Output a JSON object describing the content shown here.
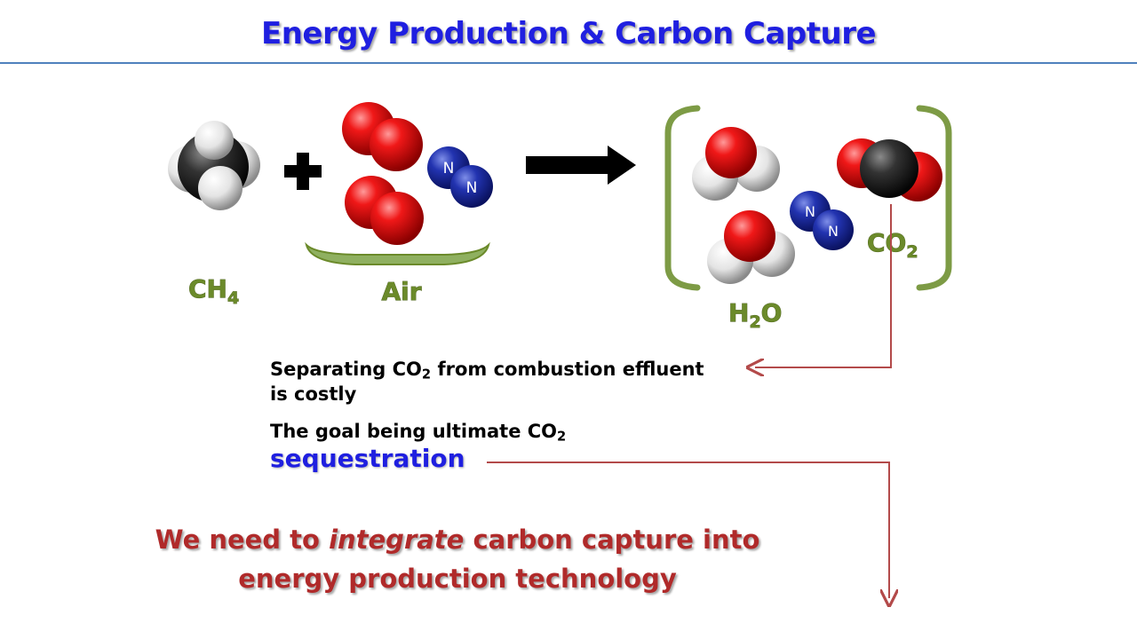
{
  "title": "Energy Production & Carbon Capture",
  "labels": {
    "methane": {
      "main": "CH",
      "sub": "4"
    },
    "air": "Air",
    "water": {
      "pre": "H",
      "sub": "2",
      "post": "O"
    },
    "carbon_dioxide": {
      "main": "CO",
      "sub": "2"
    }
  },
  "atom_labels": {
    "nitrogen": "N"
  },
  "notes": {
    "line1_pre": "Separating CO",
    "line1_sub": "2",
    "line1_post": " from combustion effluent",
    "line2": "is costly",
    "line3_pre": "The goal being ultimate CO",
    "line3_sub": "2",
    "sequestration": "sequestration"
  },
  "bottom_message": {
    "part1": "We need to ",
    "emphasis": "integrate",
    "part2": " carbon capture into",
    "line2": "energy production technology"
  },
  "colors": {
    "title": "#1f1fe0",
    "label_green": "#6b8a2a",
    "bracket_green": "#7d9b45",
    "arrow_red": "#b34a4a",
    "message_red": "#b02a2a",
    "oxygen": "#e01010",
    "nitrogen": "#1f2a9e",
    "carbon": "#2a2a2a",
    "hydrogen": "#e8e8e8"
  }
}
